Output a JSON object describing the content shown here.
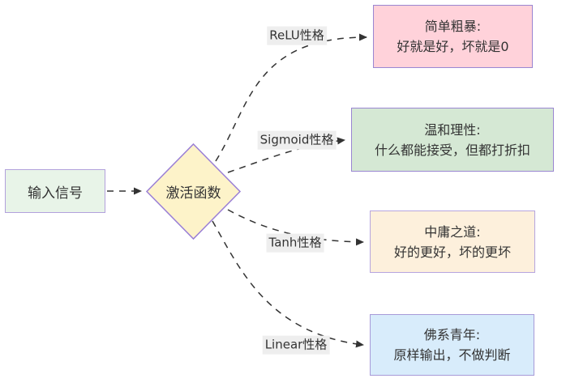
{
  "diagram": {
    "title_hint": "activation-functions-personality-flowchart",
    "background": "#ffffff"
  },
  "nodes": {
    "input": {
      "label": "输入信号",
      "fill": "#e8f4e8",
      "border": "#b2a1dc"
    },
    "activation": {
      "label": "激活函数",
      "fill": "#fdf3c9",
      "border": "#9a7fd6"
    },
    "relu": {
      "title": "简单粗暴:",
      "desc": "好就是好，坏就是0",
      "fill": "#ffd2da",
      "border": "#9a86d2"
    },
    "sigmoid": {
      "title": "温和理性:",
      "desc": "什么都能接受，但都打折扣",
      "fill": "#d5e8d4",
      "border": "#9a86d2"
    },
    "tanh": {
      "title": "中庸之道:",
      "desc": "好的更好，坏的更坏",
      "fill": "#fdf0dc",
      "border": "#b6a5de"
    },
    "linear": {
      "title": "佛系青年:",
      "desc": "原样输出，不做判断",
      "fill": "#d8ecfb",
      "border": "#a79ad8"
    }
  },
  "edge_labels": {
    "relu": "ReLU性格",
    "sigmoid": "Sigmoid性格",
    "tanh": "Tanh性格",
    "linear": "Linear性格"
  },
  "style": {
    "edge_color": "#333333",
    "edge_label_bg": "#eeeeee",
    "edge_label_color": "#333333",
    "node_text_color": "#333333"
  }
}
